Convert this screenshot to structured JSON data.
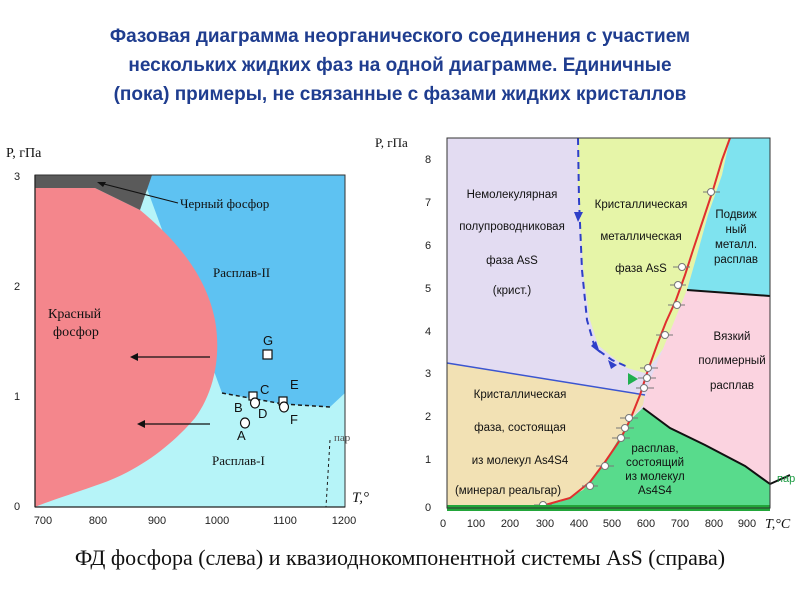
{
  "title": {
    "line1": "Фазовая диаграмма неорганического соединения с участием",
    "line2": "нескольких жидких фаз на одной диаграмме. Единичные",
    "line3": "(пока) примеры, не связанные с фазами жидких кристаллов"
  },
  "left_diagram": {
    "y_axis_label": "P, гПа",
    "x_axis_label": "T,°",
    "x_ticks": [
      "700",
      "800",
      "900",
      "1000",
      "1100",
      "1200"
    ],
    "y_ticks": [
      "0",
      "1",
      "2",
      "3"
    ],
    "regions": {
      "black_phosphorus": "Черный фосфор",
      "melt_2": "Расплав-II",
      "red_phosphorus_1": "Красный",
      "red_phosphorus_2": "фосфор",
      "melt_1": "Расплав-I",
      "vapor": "пар"
    },
    "points": {
      "a": "A",
      "b": "B",
      "c": "C",
      "d": "D",
      "e": "E",
      "f": "F",
      "g": "G"
    },
    "colors": {
      "red": "#f4868c",
      "blue": "#5ec2f2",
      "cyan": "#b6f4f8",
      "black": "#5a5a5a"
    }
  },
  "right_diagram": {
    "y_axis_label": "P, гПа",
    "x_axis_label": "T,°C",
    "x_ticks": [
      "0",
      "100",
      "200",
      "300",
      "400",
      "500",
      "600",
      "700",
      "800",
      "900"
    ],
    "y_ticks": [
      "0",
      "1",
      "2",
      "3",
      "4",
      "5",
      "6",
      "7",
      "8"
    ],
    "regions": {
      "molecular_semi_1": "Немолекулярная",
      "molecular_semi_2": "полупроводниковая",
      "molecular_semi_3": "фаза AsS",
      "molecular_semi_4": "(крист.)",
      "crystal_metal_1": "Кристаллическая",
      "crystal_metal_2": "металлическая",
      "crystal_metal_3": "фаза AsS",
      "mobile_melt_1": "Подвиж",
      "mobile_melt_2": "ный",
      "mobile_melt_3": "металл.",
      "mobile_melt_4": "расплав",
      "viscous_1": "Вязкий",
      "viscous_2": "полимерный",
      "viscous_3": "расплав",
      "cryst_mol_1": "Кристаллическая",
      "cryst_mol_2": "фаза, состоящая",
      "cryst_mol_3": "из молекул As4S4",
      "cryst_mol_4": "(минерал реальгар)",
      "melt_mol_1": "расплав,",
      "melt_mol_2": "состоящий",
      "melt_mol_3": "из молекул",
      "melt_mol_4": "As4S4",
      "vapor": "пар"
    },
    "colors": {
      "lavender": "#e3dcf2",
      "yellow_green": "#e6f5a8",
      "cyan": "#7fe3ef",
      "pink": "#fbd3e0",
      "tan": "#f2e1b4",
      "green": "#58db8c",
      "red_line": "#e0302e"
    }
  },
  "caption": "ФД фосфора (слева) и квазиоднокомпонентной системы AsS (справа)"
}
